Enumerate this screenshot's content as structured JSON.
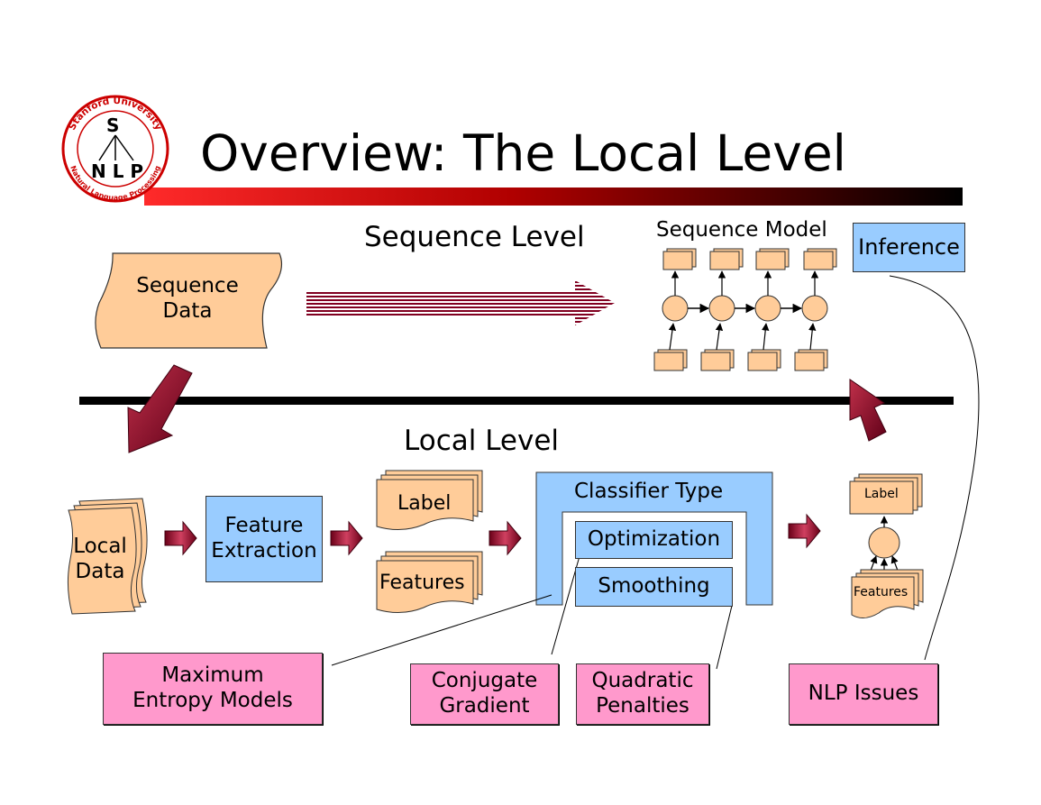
{
  "slide": {
    "title": "Overview: The Local Level"
  },
  "logo": {
    "letter_s": "S",
    "letters_nlp": "N L P",
    "ring_top": "Stanford University",
    "ring_bottom": "Natural Language Processing"
  },
  "sequence": {
    "level_label": "Sequence Level",
    "data_label_line1": "Sequence",
    "data_label_line2": "Data",
    "model_label": "Sequence Model",
    "inference_label": "Inference"
  },
  "local": {
    "level_label": "Local Level",
    "data_line1": "Local",
    "data_line2": "Data",
    "feature_extraction_line1": "Feature",
    "feature_extraction_line2": "Extraction",
    "label_doc": "Label",
    "features_doc": "Features",
    "classifier_type": "Classifier Type",
    "optimization": "Optimization",
    "smoothing": "Smoothing",
    "small_label": "Label",
    "small_features": "Features"
  },
  "annotations": {
    "maxent_line1": "Maximum",
    "maxent_line2": "Entropy Models",
    "conjugate_line1": "Conjugate",
    "conjugate_line2": "Gradient",
    "quadratic_line1": "Quadratic",
    "quadratic_line2": "Penalties",
    "nlp_issues": "NLP Issues"
  },
  "colors": {
    "doc_fill": "#ffcc99",
    "box_blue": "#99ccff",
    "box_pink": "#ff99cc",
    "arrow_dark_red": "#800020",
    "title_bar_red": "#cc0000"
  }
}
